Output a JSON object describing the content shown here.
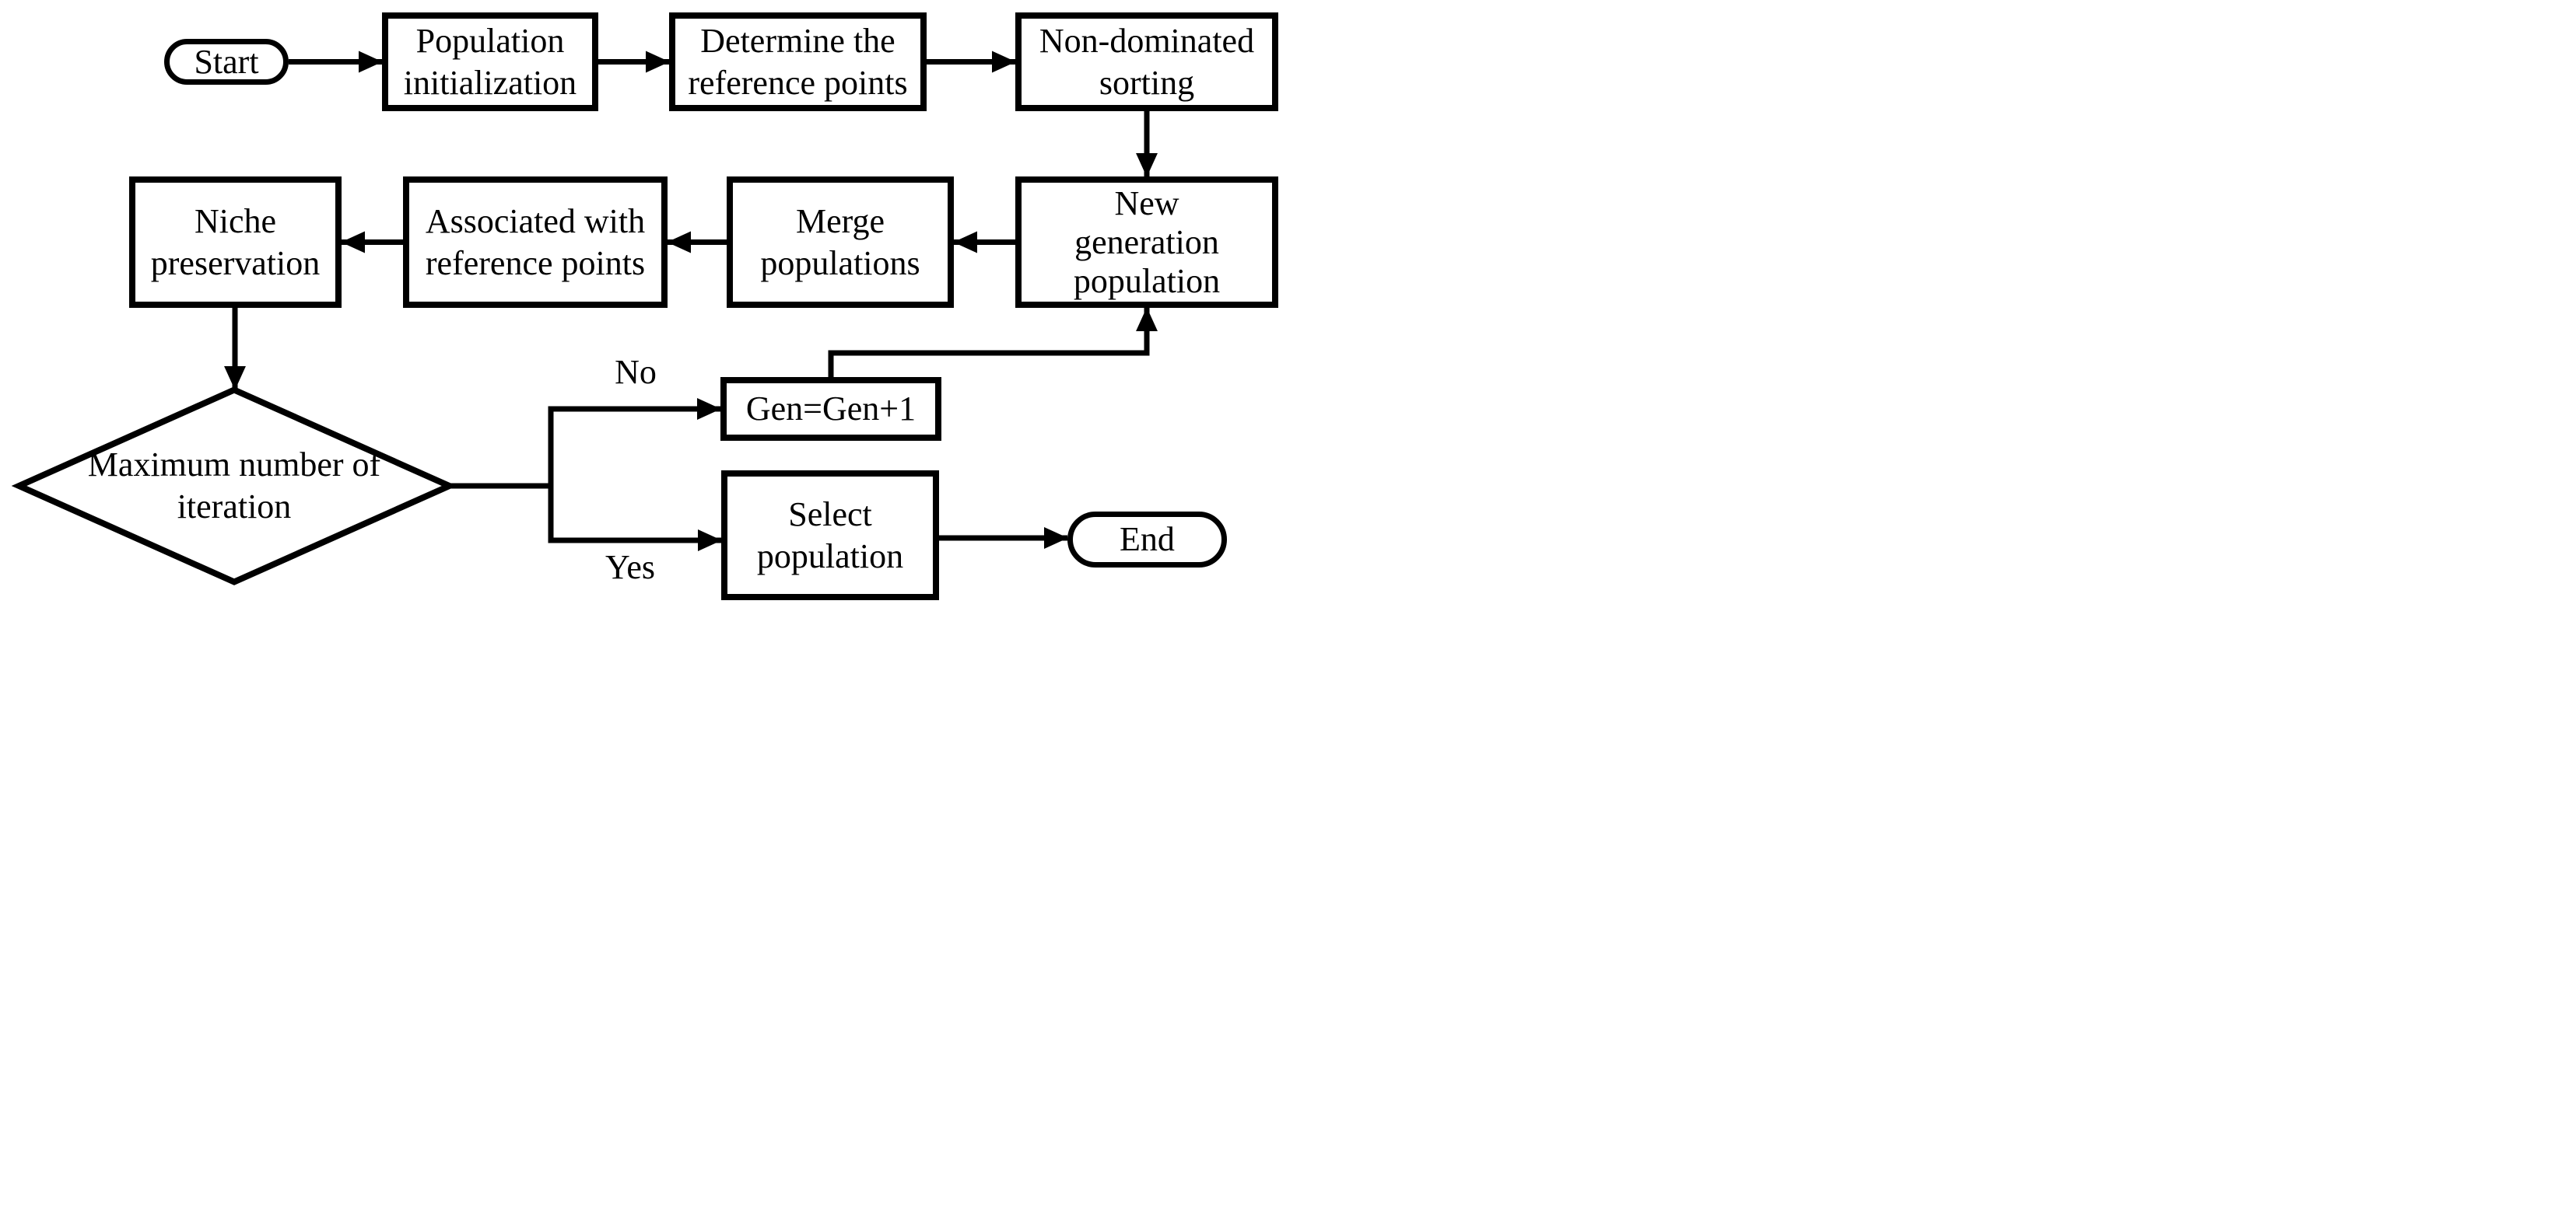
{
  "diagram": {
    "kind": "flowchart",
    "colors": {
      "stroke": "#000000",
      "background": "#ffffff"
    }
  },
  "nodes": {
    "start": {
      "type": "terminator",
      "label": "Start"
    },
    "population_initialization": {
      "type": "process",
      "lines": [
        "Population",
        "initialization"
      ]
    },
    "determine_reference_points": {
      "type": "process",
      "lines": [
        "Determine the",
        "reference points"
      ]
    },
    "non_dominated_sorting": {
      "type": "process",
      "lines": [
        "Non-dominated",
        "sorting"
      ]
    },
    "new_generation_population": {
      "type": "process",
      "lines": [
        "New",
        "generation",
        "population"
      ]
    },
    "merge_populations": {
      "type": "process",
      "lines": [
        "Merge",
        "populations"
      ]
    },
    "associated_with_reference_points": {
      "type": "process",
      "lines": [
        "Associated with",
        "reference points"
      ]
    },
    "niche_preservation": {
      "type": "process",
      "lines": [
        "Niche",
        "preservation"
      ]
    },
    "maximum_iteration_decision": {
      "type": "decision",
      "lines": [
        "Maximum number of",
        "iteration"
      ]
    },
    "gen_increment": {
      "type": "process",
      "label": "Gen=Gen+1"
    },
    "select_population": {
      "type": "process",
      "lines": [
        "Select",
        "population"
      ]
    },
    "end": {
      "type": "terminator",
      "label": "End"
    }
  },
  "edge_labels": {
    "no": "No",
    "yes": "Yes"
  }
}
